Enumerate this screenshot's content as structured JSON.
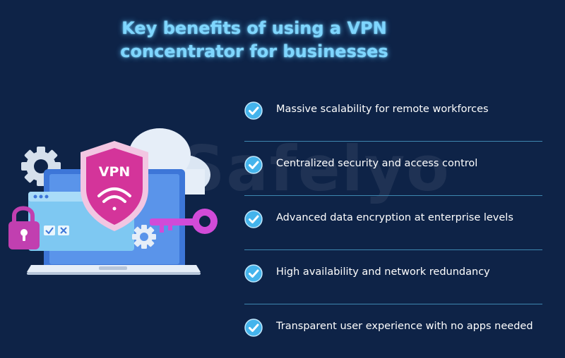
{
  "heading": {
    "line1": "Key benefits of using a VPN",
    "line2": "concentrator for businesses"
  },
  "watermark": "Safelyo",
  "illustration": {
    "shield_label": "VPN"
  },
  "benefits": [
    "Massive scalability for remote workforces",
    "Centralized security and access control",
    "Advanced data encryption at enterprise levels",
    "High availability and network redundancy",
    "Transparent user experience with no apps needed"
  ],
  "colors": {
    "background": "#0e2347",
    "title": "#7fd6ff",
    "divider": "#3e87b0",
    "check": "#44b4ec",
    "shield": "#d4349a",
    "key": "#d14bd8"
  }
}
